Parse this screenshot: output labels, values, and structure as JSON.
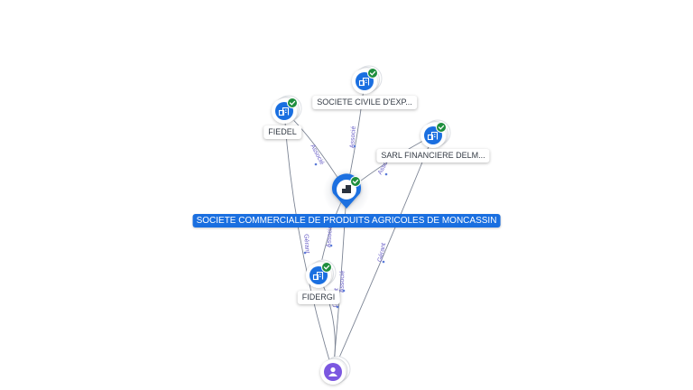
{
  "colors": {
    "company_icon": "#1a6fe0",
    "person_icon": "#7b57e0",
    "verified_badge": "#1e8e3e",
    "edge": "#7c8494",
    "edge_label": "#6a60c8",
    "main_label_bg": "#1a6fe0"
  },
  "nodes": [
    {
      "id": "center",
      "label": "SOCIETE COMMERCIALE DE PRODUITS AGRICOLES DE MONCASSIN",
      "type": "company",
      "icon": "building-icon",
      "main": true
    },
    {
      "id": "civile",
      "label": "SOCIETE CIVILE D'EXP...",
      "type": "company",
      "icon": "building-icon"
    },
    {
      "id": "fiedel",
      "label": "FIEDEL",
      "type": "company",
      "icon": "building-icon"
    },
    {
      "id": "sarl",
      "label": "SARL FINANCIERE DELM...",
      "type": "company",
      "icon": "building-icon"
    },
    {
      "id": "fidergi",
      "label": "FIDERGI",
      "type": "company",
      "icon": "building-icon"
    },
    {
      "id": "person",
      "label": "",
      "type": "person",
      "icon": "person-icon"
    }
  ],
  "edges": [
    {
      "from": "fiedel",
      "to": "center",
      "label": "Associé"
    },
    {
      "from": "civile",
      "to": "center",
      "label": "Associé"
    },
    {
      "from": "sarl",
      "to": "center",
      "label": "Associé"
    },
    {
      "from": "fidergi",
      "to": "center",
      "label": "Associé"
    },
    {
      "from": "person",
      "to": "center",
      "label": "Gérant"
    },
    {
      "from": "person",
      "to": "fiedel",
      "label": "Gérant"
    },
    {
      "from": "person",
      "to": "sarl",
      "label": "Gérant"
    },
    {
      "from": "person",
      "to": "fidergi",
      "label": "Associé"
    }
  ]
}
